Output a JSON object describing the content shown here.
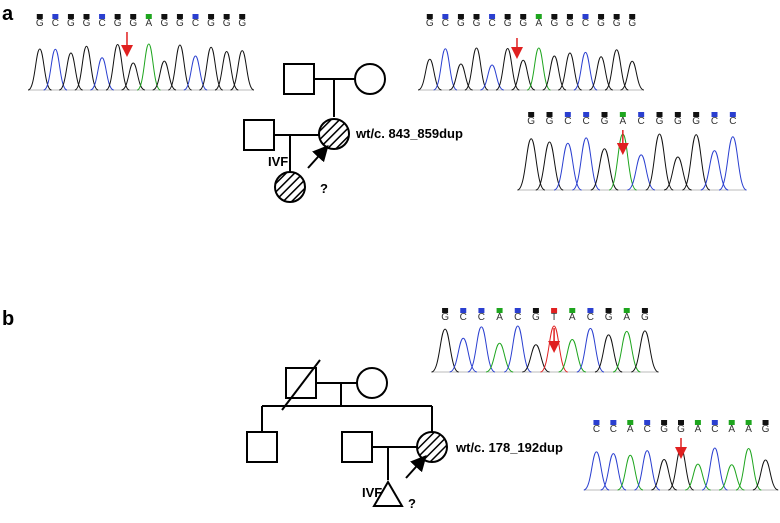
{
  "panels": {
    "a": {
      "label": "a",
      "variant": "wt/c. 843_859dup",
      "ivf": "IVF",
      "unknown": "?",
      "traces": [
        {
          "bases": "GCGGCGGAGGCGGG",
          "highlight": 7
        },
        {
          "bases": "GCGGCGGAGGCGGG",
          "highlight": 7
        },
        {
          "bases": "GGCCGACGGGCC",
          "highlight": 5
        }
      ]
    },
    "b": {
      "label": "b",
      "variant": "wt/c. 178_192dup",
      "ivf": "IVF",
      "unknown": "?",
      "traces": [
        {
          "bases": "GCCACGTACGAG",
          "highlight": 6
        },
        {
          "bases": "CCACGGACAAG",
          "highlight": 5
        }
      ]
    }
  },
  "colors": {
    "G": "#111111",
    "C": "#2a3fd0",
    "A": "#1ea51e",
    "T": "#e02020",
    "arrow": "#e02020",
    "axis": "#bbbbbb"
  }
}
